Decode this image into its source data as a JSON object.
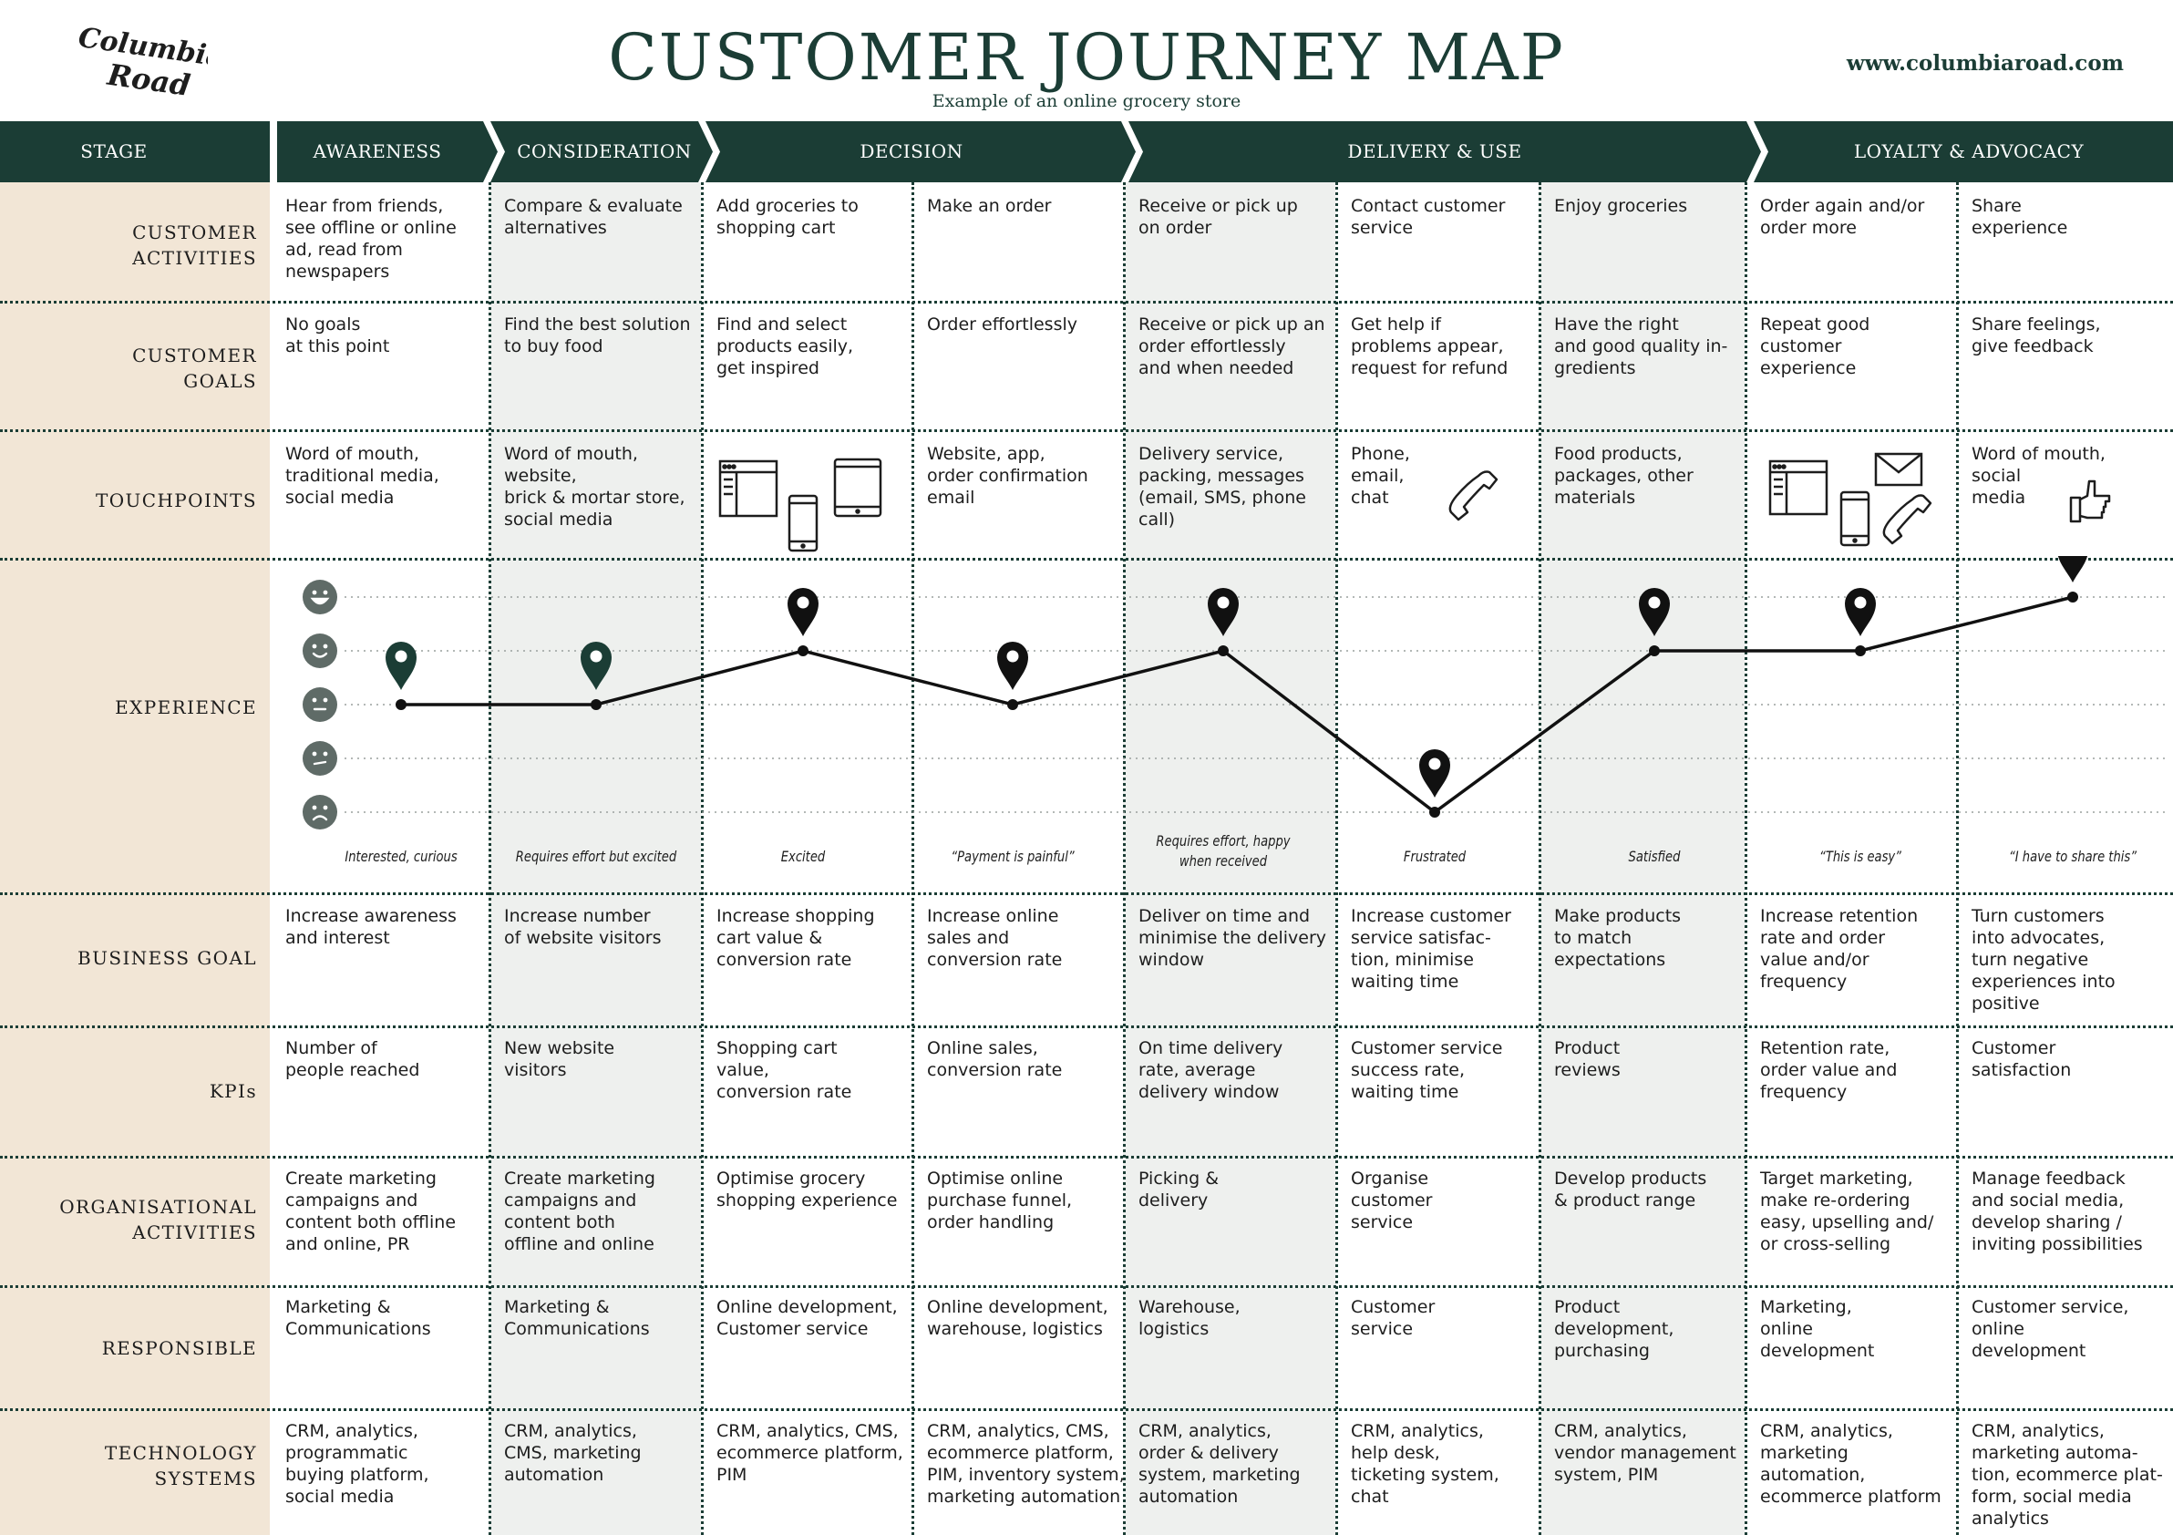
{
  "header": {
    "logo_text": [
      "Columbia",
      "Road"
    ],
    "title": "CUSTOMER JOURNEY MAP",
    "subtitle": "Example of an online grocery store",
    "website": "www.columbiaroad.com"
  },
  "colors": {
    "dark_green": "#1b3d35",
    "label_column": "#f2e6d6",
    "shaded_column": "#eef0ee"
  },
  "stages": [
    {
      "label": "STAGE"
    },
    {
      "label": "AWARENESS"
    },
    {
      "label": "CONSIDERATION"
    },
    {
      "label": "DECISION"
    },
    {
      "label": "DELIVERY & USE"
    },
    {
      "label": "LOYALTY  & ADVOCACY"
    }
  ],
  "row_labels": {
    "customer_activities": "CUSTOMER\nACTIVITIES",
    "customer_goals": "CUSTOMER\nGOALS",
    "touchpoints": "TOUCHPOINTS",
    "experience": "EXPERIENCE",
    "business_goal": "BUSINESS GOAL",
    "kpis": "KPIs",
    "organisational_activities": "ORGANISATIONAL\nACTIVITIES",
    "responsible": "RESPONSIBLE",
    "technology_systems": "TECHNOLOGY\nSYSTEMS"
  },
  "rows": {
    "customer_activities": [
      "Hear from friends,\nsee offline or online\nad, read from\nnewspapers",
      "Compare & evaluate\nalternatives",
      "Add groceries to\nshopping cart",
      "Make an order",
      "Receive or pick up\non order",
      "Contact customer\nservice",
      "Enjoy groceries",
      "Order again and/or\norder more",
      "Share\nexperience"
    ],
    "customer_goals": [
      "No goals\nat this point",
      "Find the best solution\nto buy food",
      "Find and select\nproducts easily,\nget inspired",
      "Order effortlessly",
      "Receive or pick up an\norder effortlessly\nand when needed",
      "Get help if\nproblems appear,\nrequest for refund",
      "Have the right\nand good quality in-\ngredients",
      "Repeat good\ncustomer\nexperience",
      "Share feelings,\ngive feedback"
    ],
    "touchpoints": [
      "Word of mouth,\ntraditional media,\nsocial media",
      "Word of mouth,\nwebsite,\nbrick & mortar store,\nsocial media",
      "",
      "Website, app,\norder confirmation\nemail",
      "Delivery service,\npacking, messages\n(email, SMS, phone\ncall)",
      "Phone,\nemail,\nchat",
      "Food products,\npackages, other\nmaterials",
      "",
      "Word of mouth,\nsocial\nmedia"
    ],
    "business_goal": [
      "Increase awareness\nand interest",
      "Increase number\nof website visitors",
      "Increase shopping\ncart value &\nconversion rate",
      "Increase online\nsales and\nconversion rate",
      "Deliver on time and\nminimise the delivery\nwindow",
      "Increase customer\nservice satisfac-\ntion, minimise\nwaiting time",
      "Make products\nto match\nexpectations",
      "Increase retention\nrate and order\nvalue and/or\nfrequency",
      "Turn customers\ninto advocates,\nturn negative\nexperiences into\npositive"
    ],
    "kpis": [
      "Number of\npeople reached",
      "New website\nvisitors",
      "Shopping cart\nvalue,\nconversion rate",
      "Online sales,\nconversion rate",
      "On time delivery\nrate, average\ndelivery window",
      "Customer service\nsuccess rate,\nwaiting time",
      "Product\nreviews",
      "Retention rate,\norder value and\nfrequency",
      "Customer\nsatisfaction"
    ],
    "organisational_activities": [
      "Create marketing\ncampaigns and\ncontent both offline\nand online, PR",
      "Create marketing\ncampaigns and\ncontent both\noffline and online",
      "Optimise grocery\nshopping experience",
      "Optimise online\npurchase funnel,\norder handling",
      "Picking &\ndelivery",
      "Organise\ncustomer\nservice",
      "Develop products\n& product range",
      "Target marketing,\nmake re-ordering\neasy, upselling and/\nor cross-selling",
      "Manage feedback\nand social media,\ndevelop sharing /\ninviting possibilities"
    ],
    "responsible": [
      "Marketing &\nCommunications",
      "Marketing &\nCommunications",
      "Online development,\nCustomer service",
      "Online development,\nwarehouse, logistics",
      "Warehouse,\nlogistics",
      "Customer\nservice",
      "Product\ndevelopment,\npurchasing",
      "Marketing,\nonline\ndevelopment",
      "Customer service,\nonline\ndevelopment"
    ],
    "technology_systems": [
      "CRM, analytics,\nprogrammatic\nbuying platform,\nsocial media",
      "CRM, analytics,\nCMS, marketing\nautomation",
      "CRM, analytics, CMS,\necommerce platform,\nPIM",
      "CRM, analytics, CMS,\necommerce platform,\nPIM, inventory system,\nmarketing automation",
      "CRM, analytics,\norder & delivery\nsystem, marketing\nautomation",
      "CRM, analytics,\nhelp desk,\nticketing system, chat",
      "CRM, analytics,\nvendor management\nsystem, PIM",
      "CRM, analytics,\nmarketing automation,\necommerce platform",
      "CRM, analytics,\nmarketing automa-\ntion, ecommerce plat-\nform, social media\nanalytics"
    ]
  },
  "touchpoint_icons": [
    {
      "column": 2,
      "icons": [
        "browser-window-icon",
        "smartphone-icon",
        "tablet-icon"
      ]
    },
    {
      "column": 5,
      "icons": [
        "phone-handset-icon"
      ]
    },
    {
      "column": 7,
      "icons": [
        "browser-window-icon",
        "smartphone-icon",
        "envelope-icon",
        "phone-handset-icon"
      ]
    },
    {
      "column": 8,
      "icons": [
        "thumbs-up-icon"
      ]
    }
  ],
  "experience": {
    "scale_icons": [
      "very-happy-face-icon",
      "happy-face-icon",
      "neutral-face-icon",
      "unhappy-face-icon",
      "sad-face-icon"
    ],
    "levels": [
      3,
      3,
      4,
      3,
      4,
      1,
      4,
      4,
      5
    ],
    "captions": [
      "Interested, curious",
      "Requires effort but excited",
      "Excited",
      "“Payment is painful”",
      "Requires effort, happy\nwhen received",
      "Frustrated",
      "Satisfied",
      "“This is easy”",
      "“I have to share this”"
    ]
  }
}
